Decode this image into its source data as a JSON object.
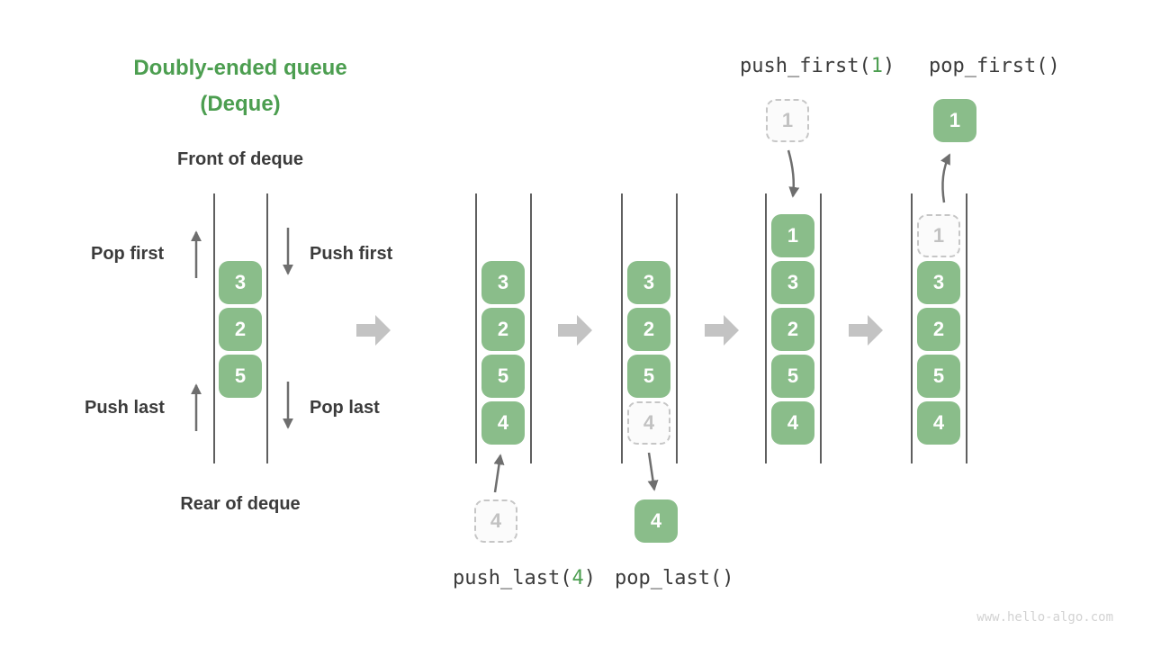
{
  "page": {
    "title_line1": "Doubly-ended queue",
    "title_line2": "(Deque)",
    "front_label": "Front of deque",
    "rear_label": "Rear of deque",
    "watermark": "www.hello-algo.com"
  },
  "colors": {
    "box_green": "#8abd8a",
    "title_green": "#4c9e50",
    "code_arg_green": "#4c9e50",
    "text_dark": "#3b3b3b",
    "thin_arrow_gray": "#6e6e6e",
    "big_arrow_gray": "#c3c3c3",
    "dashed_border_gray": "#c6c6c6",
    "watermark_gray": "#d2d2d2"
  },
  "left_diagram": {
    "boxes": [
      "3",
      "2",
      "5"
    ],
    "ops": {
      "pop_first": "Pop first",
      "push_first": "Push first",
      "push_last": "Push last",
      "pop_last": "Pop last"
    }
  },
  "columns": [
    {
      "name": "after-push-last",
      "boxes": [
        "3",
        "2",
        "5",
        "4"
      ],
      "external": "4"
    },
    {
      "name": "after-pop-last",
      "boxes": [
        "3",
        "2",
        "5",
        "4"
      ],
      "external": "4"
    },
    {
      "name": "after-push-first",
      "boxes": [
        "1",
        "3",
        "2",
        "5",
        "4"
      ],
      "external": "1"
    },
    {
      "name": "after-pop-first",
      "boxes": [
        "1",
        "3",
        "2",
        "5",
        "4"
      ],
      "external": "1"
    }
  ],
  "op_labels": {
    "push_first": {
      "fn": "push_first(",
      "arg": "1",
      "close": ")"
    },
    "pop_first": {
      "label": "pop_first()"
    },
    "push_last": {
      "fn": "push_last(",
      "arg": "4",
      "close": ")"
    },
    "pop_last": {
      "label": "pop_last()"
    }
  }
}
